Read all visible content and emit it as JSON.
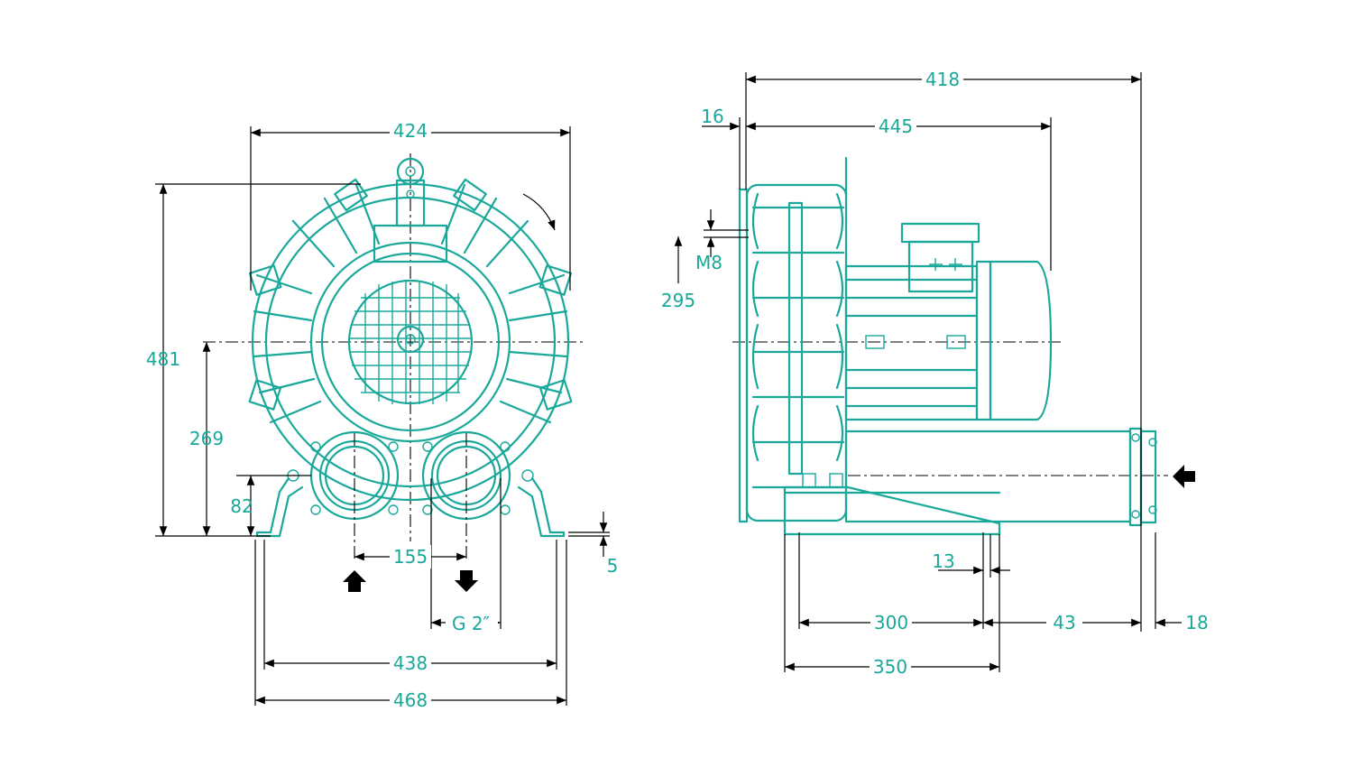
{
  "colors": {
    "part": "#1aa89a",
    "dimension_line": "#000000",
    "background": "#ffffff"
  },
  "front_view": {
    "dims": {
      "width_top": "424",
      "height_total": "481",
      "axis_height": "269",
      "port_axis_height": "82",
      "port_spacing": "155",
      "port_thread": "G 2″",
      "foot_thickness": "5",
      "foot_hole_spacing": "438",
      "foot_width": "468"
    },
    "flow_arrows": [
      "inlet-arrow-up",
      "outlet-arrow-down",
      "rotation-arrow"
    ]
  },
  "side_view": {
    "dims": {
      "overall_length": "418",
      "motor_length": "445",
      "flange_offset": "16",
      "screw_thread": "M8",
      "screw_height": "295",
      "foot_slot": "13",
      "foot_hole_pitch": "300",
      "port_offset": "43",
      "flange_thickness": "18",
      "foot_length": "350"
    },
    "flow_arrows": [
      "inlet-arrow-left"
    ]
  }
}
